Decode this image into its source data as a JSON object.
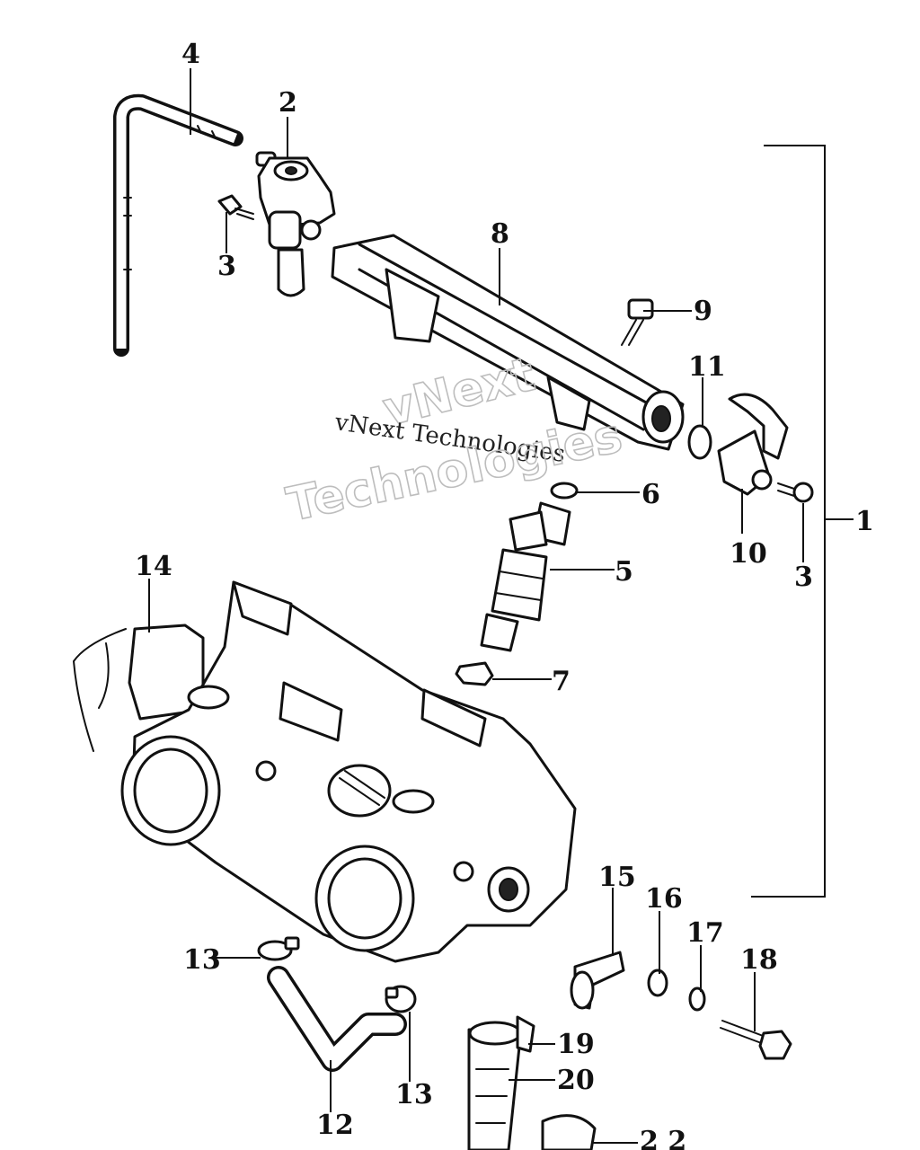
{
  "callouts": [
    "1",
    "2",
    "3",
    "3",
    "4",
    "5",
    "6",
    "7",
    "8",
    "9",
    "10",
    "11",
    "12",
    "13",
    "13",
    "14",
    "15",
    "16",
    "17",
    "18",
    "19",
    "20",
    "2 2"
  ],
  "watermark": {
    "line_tilted": "vNext",
    "line_center": "vNext Technologies",
    "line_large": "Technologies"
  },
  "colors": {
    "ink": "#111111",
    "paper": "#ffffff",
    "watermark_outline": "#bdbdbd"
  }
}
